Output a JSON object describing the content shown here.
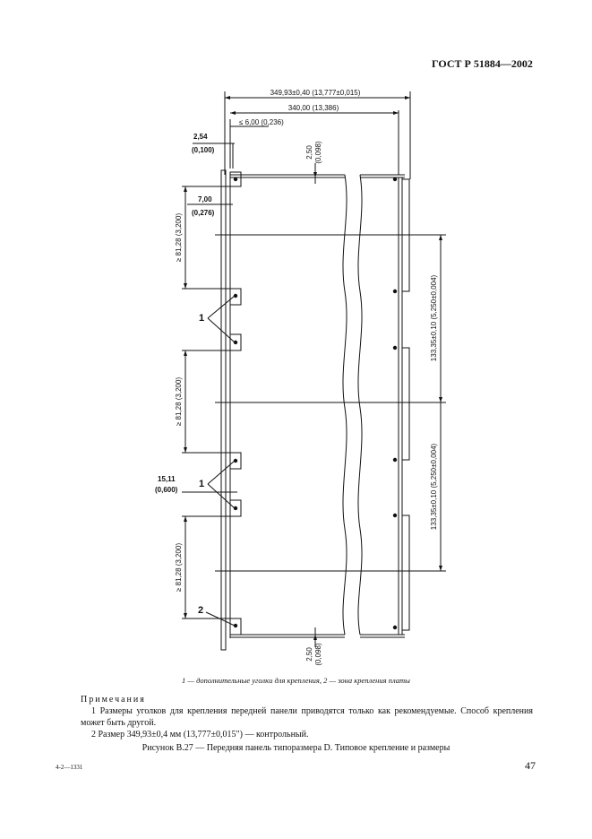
{
  "header": {
    "doc_code": "ГОСТ Р 51884—2002"
  },
  "drawing": {
    "dims": {
      "overall": "349,93±0,40 (13,777±0,015)",
      "inner": "340,00 (13,386)",
      "max_offset": "≤ 6,00 (0,236)",
      "d254": "2,54",
      "d254_in": "(0,100)",
      "d700": "7,00",
      "d700_in": "(0,276)",
      "d250_top": "2,50",
      "d250_top_in": "(0,098)",
      "d250_bot": "2,50",
      "d250_bot_in": "(0,098)",
      "spacing1": "≥ 81,28 (3,200)",
      "spacing2": "≥ 81,28 (3,200)",
      "spacing3": "≥ 81,28 (3,200)",
      "d1511": "15,11",
      "d1511_in": "(0,600)",
      "pitch1": "133,35±0,10 (5,250±0,004)",
      "pitch2": "133,35±0,10 (5,250±0,004)"
    },
    "labels": {
      "one_a": "1",
      "one_b": "1",
      "two": "2"
    }
  },
  "legend": "1 — дополнительные уголки для крепления, 2 — зона крепления платы",
  "notes": {
    "title": "Примечания",
    "note1": "1 Размеры уголков для крепления передней панели приводятся только как рекомендуемые. Способ крепления может быть другой.",
    "note2": "2 Размер 349,93±0,4 мм (13,777±0,015\") — контрольный."
  },
  "caption": "Рисунок В.27 — Передняя панель типоразмера D. Типовое крепление и размеры",
  "footer": {
    "code": "4-2—1331",
    "page_number": "47"
  }
}
